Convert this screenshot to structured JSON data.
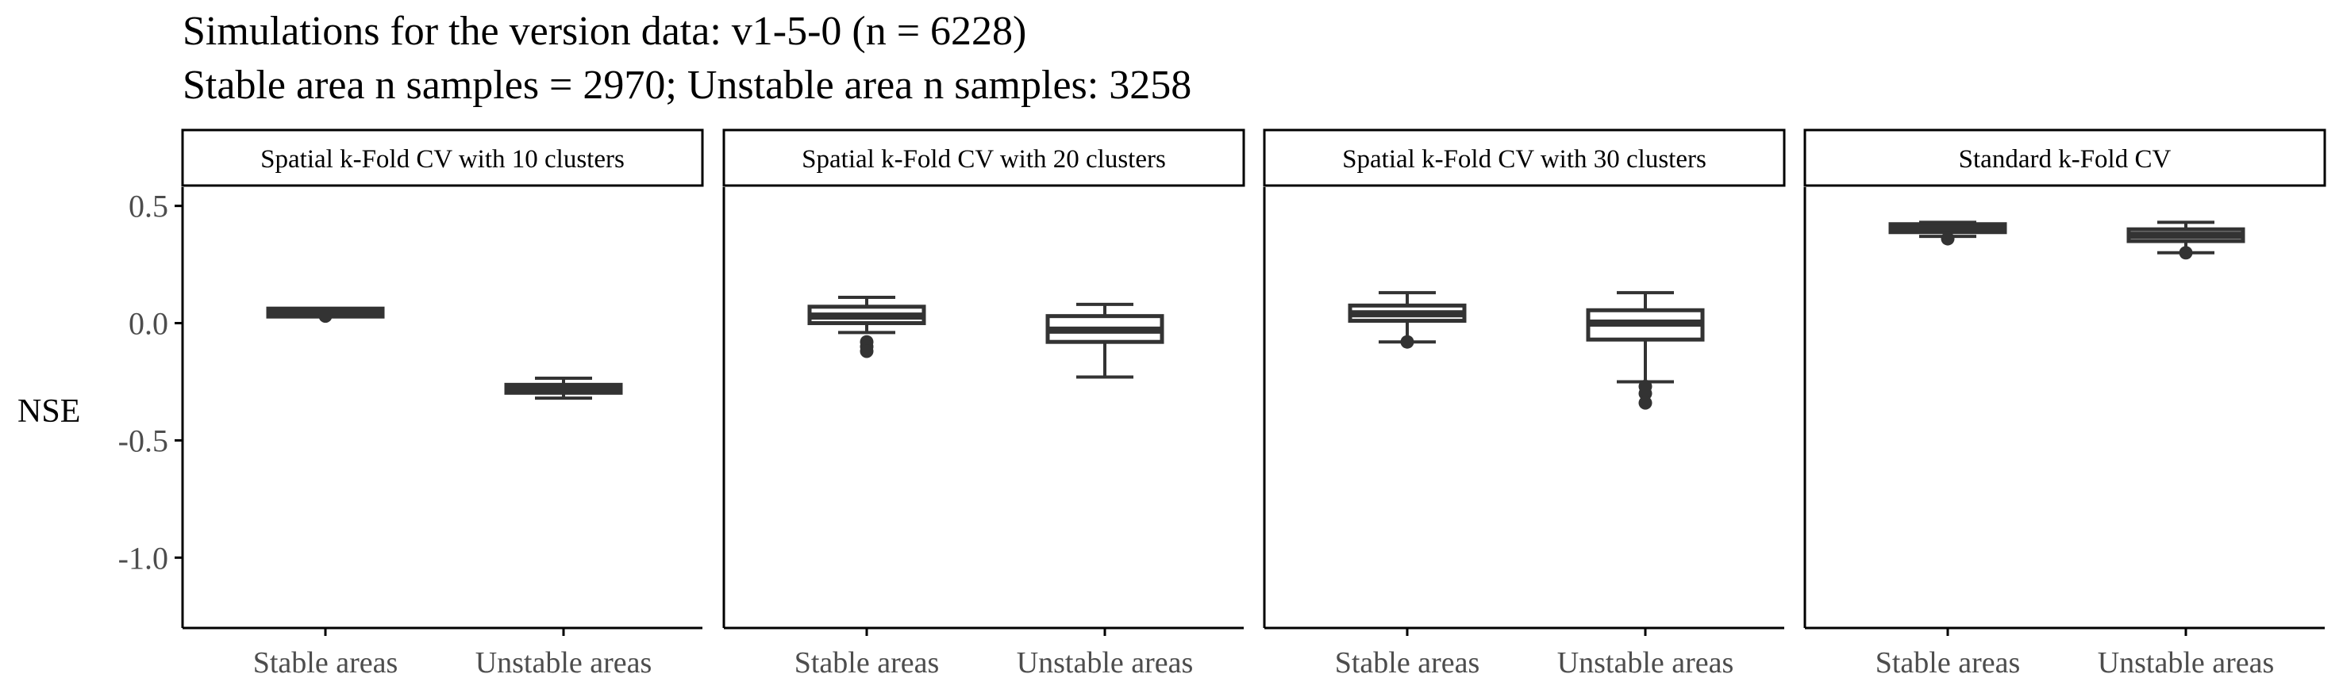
{
  "chart_data": {
    "type": "boxplot",
    "title": "Simulations for the version data: v1-5-0 (n = 6228)",
    "subtitle": "Stable area n samples = 2970; Unstable area n samples: 3258",
    "ylabel": "NSE",
    "xlabel": "",
    "ylim": [
      -1.3,
      0.58
    ],
    "yticks": [
      0.5,
      0.0,
      -0.5,
      -1.0
    ],
    "ytick_labels": [
      "0.5",
      "0.0",
      "-0.5",
      "-1.0"
    ],
    "categories": [
      "Stable areas",
      "Unstable areas"
    ],
    "grid": false,
    "facets": [
      {
        "label": "Spatial k-Fold CV with 10 clusters",
        "boxes": [
          {
            "category": "Stable areas",
            "whisker_low": 0.04,
            "q1": 0.04,
            "median": 0.045,
            "q3": 0.05,
            "whisker_high": 0.05,
            "outliers": [
              0.03
            ]
          },
          {
            "category": "Unstable areas",
            "whisker_low": -0.32,
            "q1": -0.295,
            "median": -0.28,
            "q3": -0.265,
            "whisker_high": -0.235,
            "outliers": []
          }
        ]
      },
      {
        "label": "Spatial k-Fold CV with 20 clusters",
        "boxes": [
          {
            "category": "Stable areas",
            "whisker_low": -0.04,
            "q1": 0.0,
            "median": 0.03,
            "q3": 0.07,
            "whisker_high": 0.11,
            "outliers": [
              -0.08,
              -0.1,
              -0.12
            ]
          },
          {
            "category": "Unstable areas",
            "whisker_low": -0.23,
            "q1": -0.08,
            "median": -0.03,
            "q3": 0.03,
            "whisker_high": 0.08,
            "outliers": []
          }
        ]
      },
      {
        "label": "Spatial k-Fold CV with 30 clusters",
        "boxes": [
          {
            "category": "Stable areas",
            "whisker_low": -0.08,
            "q1": 0.01,
            "median": 0.04,
            "q3": 0.075,
            "whisker_high": 0.13,
            "outliers": [
              -0.08
            ]
          },
          {
            "category": "Unstable areas",
            "whisker_low": -0.25,
            "q1": -0.07,
            "median": 0.0,
            "q3": 0.055,
            "whisker_high": 0.13,
            "outliers": [
              -0.27,
              -0.3,
              -0.34
            ]
          }
        ]
      },
      {
        "label": "Standard k-Fold CV",
        "boxes": [
          {
            "category": "Stable areas",
            "whisker_low": 0.37,
            "q1": 0.39,
            "median": 0.405,
            "q3": 0.42,
            "whisker_high": 0.43,
            "outliers": [
              0.36
            ]
          },
          {
            "category": "Unstable areas",
            "whisker_low": 0.3,
            "q1": 0.35,
            "median": 0.375,
            "q3": 0.4,
            "whisker_high": 0.43,
            "outliers": [
              0.3
            ]
          }
        ]
      }
    ],
    "colors": {
      "box_line": "#333333",
      "box_fill": "#ffffff",
      "axis": "#000000",
      "text": "#000000",
      "tick_text": "#4d4d4d"
    }
  }
}
